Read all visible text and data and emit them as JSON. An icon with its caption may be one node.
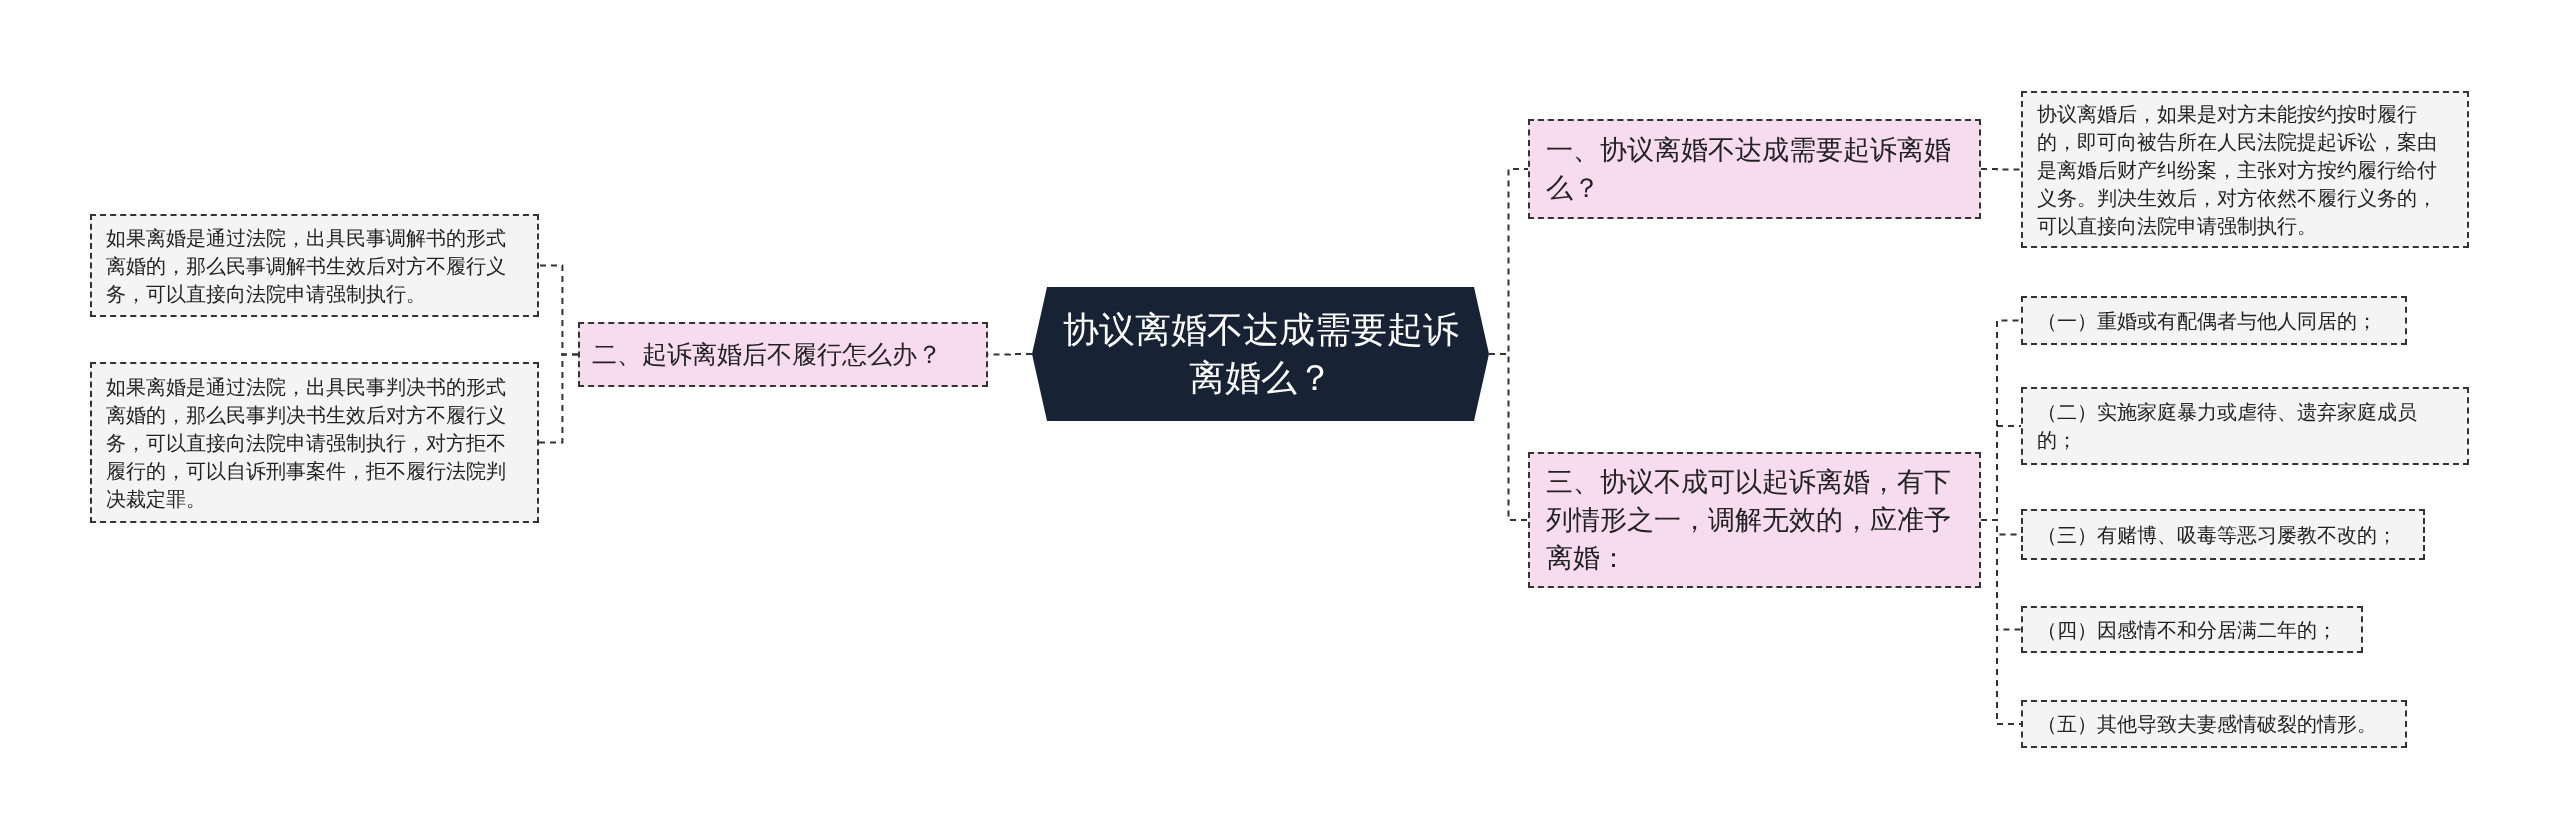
{
  "diagram": {
    "nodes": [
      {
        "text": [
          "协议离婚不达成需要起诉离婚么？"
        ]
      },
      {
        "text": [
          "一、协议离婚不达成需要起诉离婚么？"
        ]
      },
      {
        "text": [
          "协议离婚后，如果是对方未能按约按时履行的，即可向被告所在人民法院提起诉讼，案由是离婚后财产纠纷案，主张对方按约履行给付义务。判决生效后，对方依然不履行义务的，可以直接向法院申请强制执行。"
        ]
      },
      {
        "text": [
          "三、协议不成可以起诉离婚，有下列情形之一，调解无效的，应准予离婚："
        ]
      },
      {
        "text": [
          "（一）重婚或有配偶者与他人同居的；"
        ]
      },
      {
        "text": [
          "（二）实施家庭暴力或虐待、遗弃家庭成员的；"
        ]
      },
      {
        "text": [
          "（三）有赌博、吸毒等恶习屡教不改的；"
        ]
      },
      {
        "text": [
          "（四）因感情不和分居满二年的；"
        ]
      },
      {
        "text": [
          "（五）其他导致夫妻感情破裂的情形。"
        ]
      },
      {
        "text": [
          "二、起诉离婚后不履行怎么办？"
        ]
      },
      {
        "text": [
          "如果离婚是通过法院，出具民事调解书的形式离婚的，那么民事调解书生效后对方不履行义务，可以直接向法院申请强制执行。"
        ]
      },
      {
        "text": [
          "如果离婚是通过法院，出具民事判决书的形式离婚的，那么民事判决书生效后对方不履行义务，可以直接向法院申请强制执行，对方拒不履行的，可以自诉刑事案件，拒不履行法院判决裁定罪。"
        ]
      }
    ],
    "edges": [
      {
        "from": 0,
        "to": 1,
        "arrow": "none"
      },
      {
        "from": 1,
        "to": 2,
        "arrow": "none"
      },
      {
        "from": 0,
        "to": 3,
        "arrow": "none"
      },
      {
        "from": 3,
        "to": 4,
        "arrow": "none"
      },
      {
        "from": 3,
        "to": 5,
        "arrow": "none"
      },
      {
        "from": 3,
        "to": 6,
        "arrow": "none"
      },
      {
        "from": 3,
        "to": 7,
        "arrow": "none"
      },
      {
        "from": 3,
        "to": 8,
        "arrow": "none"
      },
      {
        "from": 0,
        "to": 9,
        "arrow": "none"
      },
      {
        "from": 9,
        "to": 10,
        "arrow": "none"
      },
      {
        "from": 9,
        "to": 11,
        "arrow": "none"
      }
    ]
  }
}
